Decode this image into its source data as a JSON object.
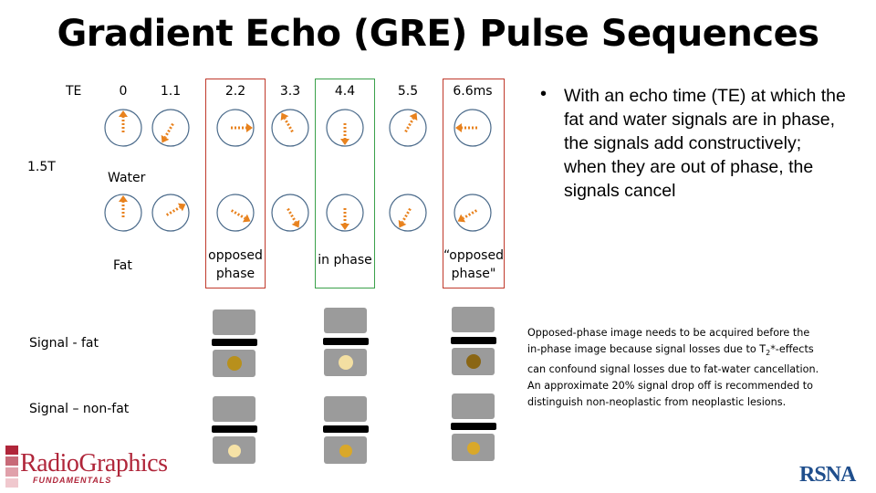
{
  "title": "Gradient Echo (GRE) Pulse Sequences",
  "te_label": "TE",
  "field_label": "1.5T",
  "te_values": [
    "0",
    "1.1",
    "2.2",
    "3.3",
    "4.4",
    "5.5",
    "6.6ms"
  ],
  "water_label": "Water",
  "fat_label": "Fat",
  "opposed_label_1": "opposed phase",
  "in_phase_label": "in phase",
  "opposed_label_2": "“opposed phase\"",
  "signal_fat_label": "Signal - fat",
  "signal_nonfat_label": "Signal – non-fat",
  "bullet": "With an echo time (TE) at which the fat and water signals are in phase, the signals add constructively; when they are out of phase, the signals cancel",
  "note_pre": "Opposed-phase image needs to be acquired before the in-phase image because signal losses due to T",
  "note_sub": "2",
  "note_post": "*-effects can confound signal losses due to fat-water cancellation. An approximate 20% signal drop off is recommended to distinguish non-neoplastic from neoplastic lesions.",
  "logo_left": "RadioGraphics",
  "logo_left_sub": "FUNDAMENTALS",
  "logo_right": "RSNA",
  "colors": {
    "arrow": "#e8821e",
    "circle": "#4a6a8a",
    "opposed_box": "#c0392b",
    "in_phase_box": "#3aa14a",
    "slab": "#9b9b9b",
    "fat_dot_dark": "#b8901c",
    "fat_dot_light": "#f3dfa2",
    "fat_dot_brown": "#8a6614",
    "nonfat_dot_light": "#f6e2a6",
    "nonfat_dot_mid": "#d9a82a"
  },
  "phase_angles_water_deg": [
    0,
    210,
    90,
    330,
    180,
    30,
    270
  ],
  "phase_angles_fat_deg": [
    0,
    60,
    120,
    150,
    180,
    210,
    240
  ]
}
